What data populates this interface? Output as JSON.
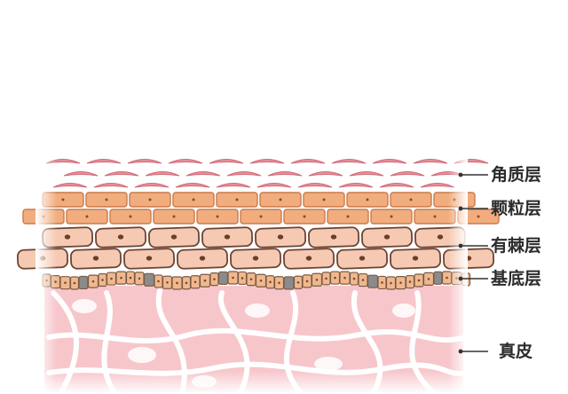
{
  "layers": [
    {
      "key": "stratum_corneum",
      "label": "角质层",
      "color": "#e8909a"
    },
    {
      "key": "stratum_granulosum",
      "label": "颗粒层",
      "color": "#f2ad7e"
    },
    {
      "key": "stratum_spinosum",
      "label": "有棘层",
      "color": "#f6c9b2"
    },
    {
      "key": "stratum_basale",
      "label": "基底层",
      "color": "#f0b88f"
    },
    {
      "key": "dermis",
      "label": "真皮",
      "color": "#f7c6cb"
    }
  ]
}
